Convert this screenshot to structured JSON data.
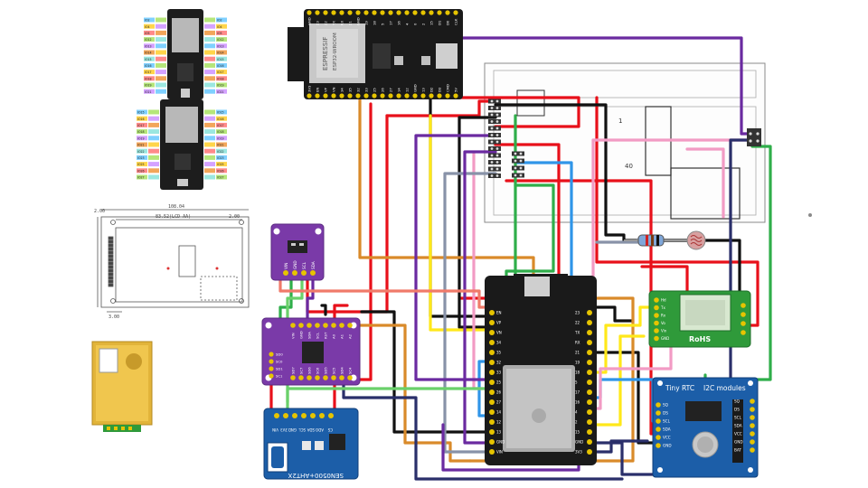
{
  "pinout_labels": [
    "IO2",
    "IO4",
    "IO5",
    "IO12",
    "IO13",
    "IO14",
    "IO15",
    "IO16",
    "IO17",
    "IO18",
    "IO19",
    "IO21",
    "IO22",
    "IO23",
    "IO25",
    "IO26",
    "IO27",
    "IO32",
    "IO33",
    "IO34",
    "IO35",
    "GND",
    "3V3",
    "EN",
    "VP",
    "VN",
    "RX",
    "TX"
  ],
  "esp32_top": {
    "brand": "ESPRESSIF",
    "model": "ESP32-WROOM",
    "pins_top": [
      "GND",
      "23",
      "22",
      "TX",
      "RX",
      "21",
      "GND",
      "19",
      "18",
      "5",
      "17",
      "16",
      "4",
      "0",
      "2",
      "15",
      "D1",
      "D0",
      "CLK"
    ],
    "pins_bottom": [
      "3V3",
      "EN",
      "VP",
      "VN",
      "34",
      "35",
      "32",
      "33",
      "25",
      "26",
      "27",
      "14",
      "12",
      "GND",
      "13",
      "D2",
      "D3",
      "CMD",
      "5V"
    ]
  },
  "drawing": {
    "width_dim": "108.04",
    "inner_dim": "83.52(LCD AA)",
    "side_dim": "2.00",
    "corner_dim": "2.00",
    "bottom_dim": "3.00"
  },
  "lcd": {
    "label_40": "40",
    "label_1": "1"
  },
  "module_purple_small": {
    "pins": [
      "VIN",
      "GND",
      "SCL",
      "SDA"
    ]
  },
  "module_tca": {
    "pins_top": [
      "VIN",
      "GND",
      "SDA",
      "SCL",
      "RST",
      "A0",
      "A1",
      "A2"
    ],
    "pins_bottom": [
      "SD7",
      "SC7",
      "SD6",
      "SC6",
      "SD5",
      "SC5",
      "SD4",
      "SC4"
    ],
    "left_pins": [
      "SD0",
      "SC0",
      "SD1",
      "SC1"
    ]
  },
  "module_sensor_blue": {
    "pins": [
      "VIN",
      "3V3",
      "GND",
      "SCL",
      "SDA",
      "ADO",
      "CS"
    ],
    "label": "SEN0500+AHT2X"
  },
  "esp32_mid": {
    "left_pins": [
      "EN",
      "VP",
      "VN",
      "34",
      "35",
      "32",
      "33",
      "25",
      "26",
      "27",
      "14",
      "12",
      "13",
      "GND",
      "VIN"
    ],
    "right_pins": [
      "23",
      "22",
      "TX",
      "RX",
      "21",
      "19",
      "18",
      "5",
      "17",
      "16",
      "4",
      "2",
      "15",
      "GND",
      "3V3"
    ]
  },
  "mhz19": {
    "pins": [
      "Hd",
      "Tx",
      "Rx",
      "Vo",
      "Vin",
      "GND"
    ],
    "label": "RoHS"
  },
  "rtc": {
    "title": "Tiny RTC",
    "subtitle": "I2C modules",
    "left_pins": [
      "SQ",
      "DS",
      "SCL",
      "SDA",
      "VCC",
      "GND"
    ],
    "right_pins": [
      "SQ",
      "DS",
      "SCL",
      "SDA",
      "VCC",
      "GND",
      "BAT"
    ]
  },
  "colors": {
    "red": "#e8101a",
    "black": "#111111",
    "purple": "#6a2aa0",
    "orange": "#d98a2a",
    "yellow": "#ffe81a",
    "blue": "#2f95e8",
    "green": "#2fae4a",
    "pink": "#f29bc4",
    "gray": "#8892a8",
    "navy": "#2a2f6a",
    "salmon": "#f07a6a",
    "lime": "#6ad06a",
    "board": "#1a1a1a",
    "purple_board": "#7a3aa8",
    "blue_board": "#1c5ea8",
    "green_board": "#2f9a3a"
  }
}
